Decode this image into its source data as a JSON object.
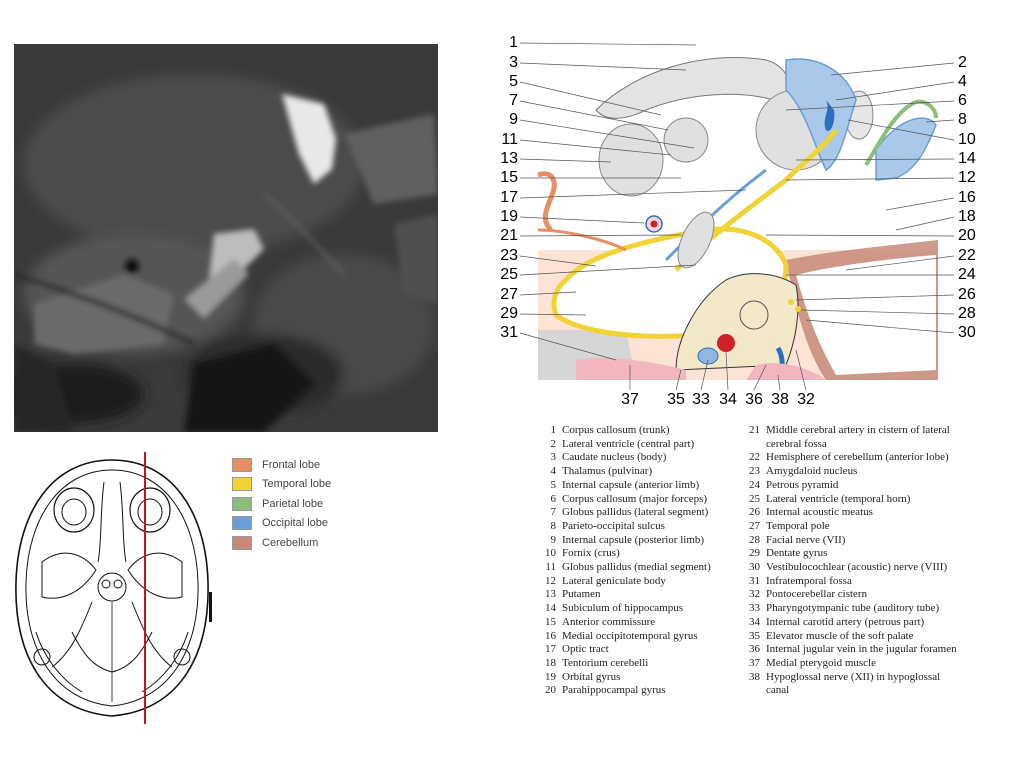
{
  "legend": [
    {
      "label": "Frontal lobe",
      "color": "#e98d63"
    },
    {
      "label": "Temporal lobe",
      "color": "#f2d335"
    },
    {
      "label": "Parietal lobe",
      "color": "#8cbd7c"
    },
    {
      "label": "Occipital lobe",
      "color": "#6a9ed6"
    },
    {
      "label": "Cerebellum",
      "color": "#c7897a"
    }
  ],
  "callouts_left": [
    "1",
    "3",
    "5",
    "7",
    "9",
    "11",
    "13",
    "15",
    "17",
    "19",
    "21",
    "23",
    "25",
    "27",
    "29",
    "31"
  ],
  "callouts_right": [
    "2",
    "4",
    "6",
    "8",
    "10",
    "14",
    "12",
    "16",
    "18",
    "20",
    "22",
    "24",
    "26",
    "28",
    "30"
  ],
  "callouts_bottom": [
    "37",
    "35",
    "33",
    "34",
    "36",
    "38",
    "32"
  ],
  "key_left": [
    {
      "num": "1",
      "text": "Corpus callosum (trunk)"
    },
    {
      "num": "2",
      "text": "Lateral ventricle (central part)"
    },
    {
      "num": "3",
      "text": "Caudate nucleus (body)"
    },
    {
      "num": "4",
      "text": "Thalamus (pulvinar)"
    },
    {
      "num": "5",
      "text": "Internal capsule (anterior limb)"
    },
    {
      "num": "6",
      "text": "Corpus callosum (major forceps)"
    },
    {
      "num": "7",
      "text": "Globus pallidus (lateral segment)"
    },
    {
      "num": "8",
      "text": "Parieto-occipital sulcus"
    },
    {
      "num": "9",
      "text": "Internal capsule (posterior limb)"
    },
    {
      "num": "10",
      "text": "Fornix (crus)"
    },
    {
      "num": "11",
      "text": "Globus pallidus (medial segment)"
    },
    {
      "num": "12",
      "text": "Lateral geniculate body"
    },
    {
      "num": "13",
      "text": "Putamen"
    },
    {
      "num": "14",
      "text": "Subiculum of hippocampus"
    },
    {
      "num": "15",
      "text": "Anterior commissure"
    },
    {
      "num": "16",
      "text": "Medial occipitotemporal gyrus"
    },
    {
      "num": "17",
      "text": "Optic tract"
    },
    {
      "num": "18",
      "text": "Tentorium cerebelli"
    },
    {
      "num": "19",
      "text": "Orbital gyrus"
    },
    {
      "num": "20",
      "text": "Parahippocampal gyrus"
    }
  ],
  "key_right": [
    {
      "num": "21",
      "text": "Middle cerebral artery in cistern of lateral cerebral fossa"
    },
    {
      "num": "22",
      "text": "Hemisphere of cerebellum (anterior lobe)"
    },
    {
      "num": "23",
      "text": "Amygdaloid nucleus"
    },
    {
      "num": "24",
      "text": "Petrous pyramid"
    },
    {
      "num": "25",
      "text": "Lateral ventricle (temporal horn)"
    },
    {
      "num": "26",
      "text": "Internal acoustic meatus"
    },
    {
      "num": "27",
      "text": "Temporal pole"
    },
    {
      "num": "28",
      "text": "Facial nerve (VII)"
    },
    {
      "num": "29",
      "text": "Dentate gyrus"
    },
    {
      "num": "30",
      "text": "Vestibulocochlear (acoustic) nerve (VIII)"
    },
    {
      "num": "31",
      "text": "Infratemporal fossa"
    },
    {
      "num": "32",
      "text": "Pontocerebellar cistern"
    },
    {
      "num": "33",
      "text": "Pharyngotympanic tube (auditory tube)"
    },
    {
      "num": "34",
      "text": "Internal carotid artery (petrous part)"
    },
    {
      "num": "35",
      "text": "Elevator muscle of the soft palate"
    },
    {
      "num": "36",
      "text": "Internal jugular vein in the jugular foramen"
    },
    {
      "num": "37",
      "text": "Medial pterygoid muscle"
    },
    {
      "num": "38",
      "text": "Hypoglossal nerve (XII) in hypoglossal canal"
    }
  ]
}
